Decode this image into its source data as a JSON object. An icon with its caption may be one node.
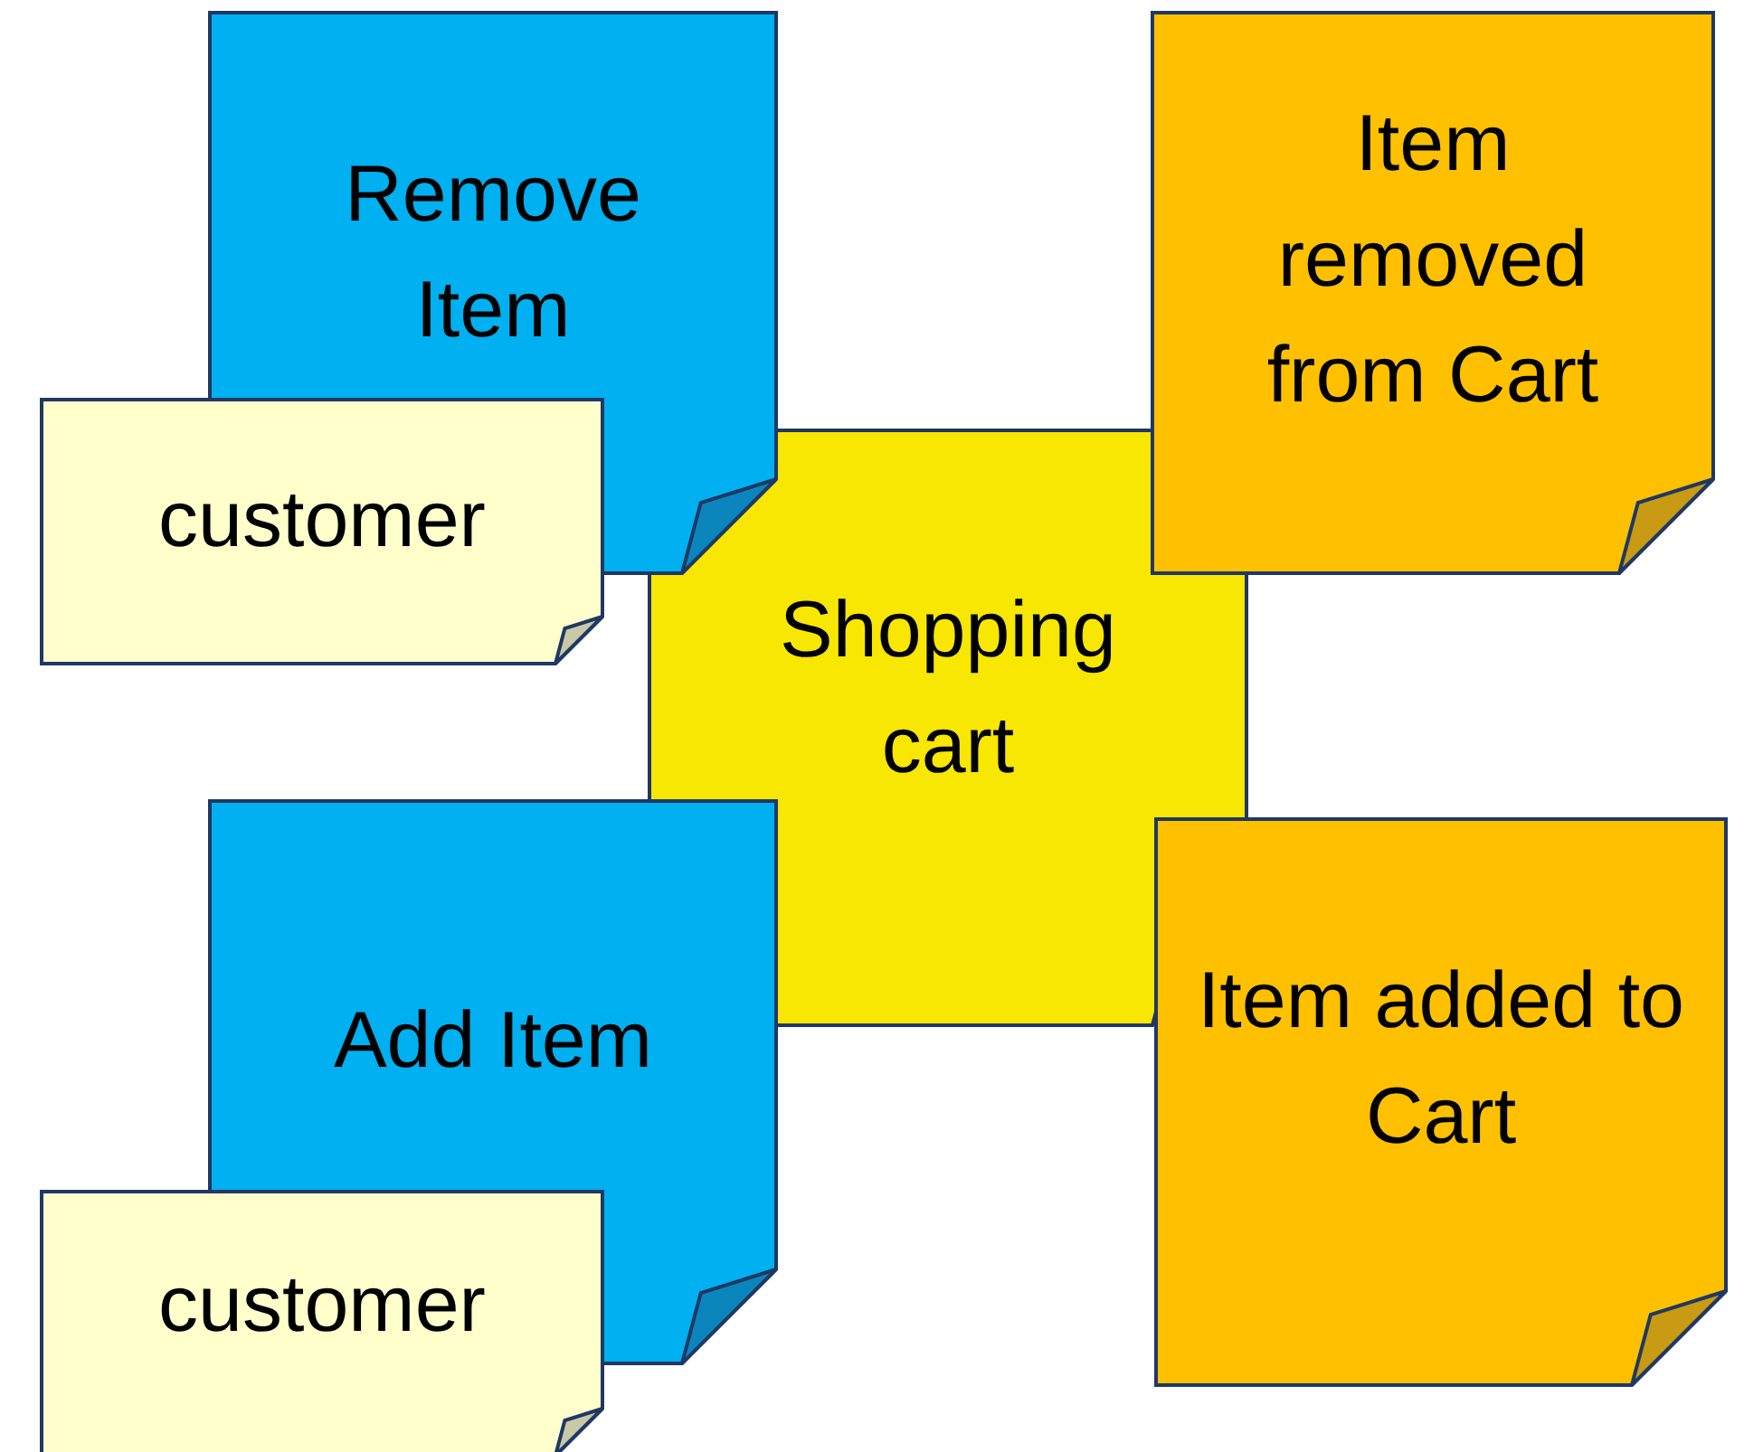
{
  "diagram": {
    "nodes": [
      {
        "text": [
          "Remove Item"
        ]
      },
      {
        "text": [
          "Item removed from Cart"
        ]
      },
      {
        "text": [
          "customer"
        ]
      },
      {
        "text": [
          "Shopping cart"
        ]
      },
      {
        "text": [
          "Add Item"
        ]
      },
      {
        "text": [
          "Item added to Cart"
        ]
      },
      {
        "text": [
          "customer"
        ]
      }
    ]
  }
}
